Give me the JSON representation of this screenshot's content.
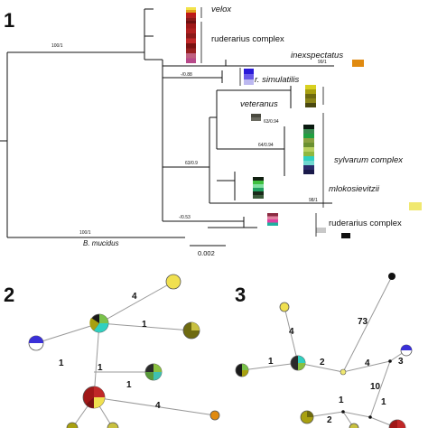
{
  "panels": {
    "tree": "1",
    "network_a": "2",
    "network_b": "3"
  },
  "tree": {
    "clades": {
      "velox": "velox",
      "ruderarius_1": "ruderarius complex",
      "inexspectatus": "inexspectatus",
      "r_simulatilis": "r. simulatilis",
      "veteranus": "veteranus",
      "sylvarum": "sylvarum complex",
      "mlokosievitzii": "mlokosievitzii",
      "ruderarius_2": "ruderarius complex"
    },
    "outgroup": "B. mucidus",
    "supports": {
      "root_top": "100/1",
      "inexspectatus": "99/1",
      "r_simulatilis": "-/0.88",
      "veteranus": "63/0.94",
      "sylvarum": "64/0.94",
      "big_clade": "63/0.9",
      "mlokosievitzii": "98/1",
      "ruderarius_2": "-/0.53",
      "mucidus": "100/1"
    },
    "scale_bar": "0.002",
    "colors": {
      "velox": [
        "#f2e24a",
        "#e0a020",
        "#c01818",
        "#b02020",
        "#8b1a1a",
        "#6e1010"
      ],
      "ruderarius_1": [
        "#a01818",
        "#b02020",
        "#8b1a1a",
        "#c02828",
        "#7a1212",
        "#982020",
        "#c06080",
        "#b84a8a"
      ],
      "inexspectatus": "#e08a10",
      "r_simulatilis": [
        "#2a1ad8",
        "#6a5ae8",
        "#bcb8f0"
      ],
      "veteranus": [
        "#4a4a40",
        "#6a6a60"
      ],
      "sylvarum_top": [
        "#d8d020",
        "#a8a010",
        "#6e6a10",
        "#8a8418",
        "#4a4810"
      ],
      "sylvarum": [
        "#0a1a10",
        "#3a8a50",
        "#20a040",
        "#8aa040",
        "#6a9030",
        "#b8d060",
        "#90b840",
        "#30d0c0",
        "#70d8d0",
        "#2a2a6a",
        "#1a1a4a"
      ],
      "sylvarum_low": [
        "#102010",
        "#40c040",
        "#80e0a0",
        "#20a060",
        "#1a2a1a",
        "#3a5a3a"
      ],
      "mlokosievitzii": "#f0e870",
      "ruderarius_2": [
        "#8a2a40",
        "#e080a0",
        "#e040a0",
        "#20b0a0"
      ],
      "mucidus": [
        "#c8c8c8",
        "#101010"
      ]
    }
  },
  "network_a": {
    "edge_labels": [
      "4",
      "1",
      "1",
      "1",
      "1",
      "4"
    ]
  },
  "network_b": {
    "edge_labels": [
      "4",
      "73",
      "1",
      "2",
      "4",
      "3",
      "10",
      "1",
      "1",
      "2"
    ]
  }
}
